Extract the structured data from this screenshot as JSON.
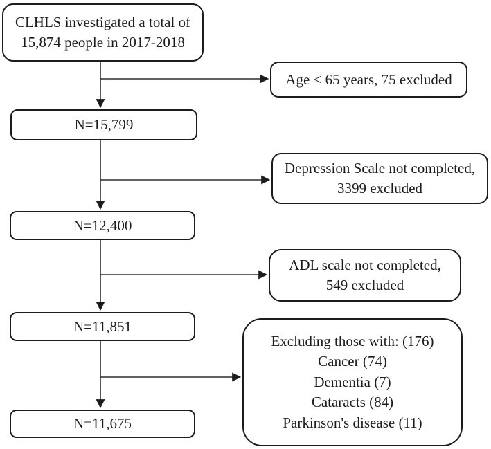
{
  "flowchart": {
    "top_box": {
      "line1": "CLHLS investigated a total of",
      "line2": "15,874 people in 2017-2018"
    },
    "n_boxes": {
      "n1": "N=15,799",
      "n2": "N=12,400",
      "n3": "N=11,851",
      "n4": "N=11,675"
    },
    "exclusions": {
      "age": {
        "line1": "Age < 65 years, 75 excluded"
      },
      "depression": {
        "line1": "Depression Scale not completed,",
        "line2": "3399 excluded"
      },
      "adl": {
        "line1": "ADL scale not completed,",
        "line2": "549 excluded"
      },
      "final": {
        "line1": "Excluding those with: (176)",
        "line2": "Cancer (74)",
        "line3": "Dementia (7)",
        "line4": "Cataracts (84)",
        "line5": "Parkinson's disease (11)"
      }
    },
    "colors": {
      "box_border": "#1c1c1c",
      "connector": "#2e2e2e",
      "arrowhead": "#1c1c1c",
      "background": "#ffffff",
      "text": "#1c1c1c"
    }
  }
}
